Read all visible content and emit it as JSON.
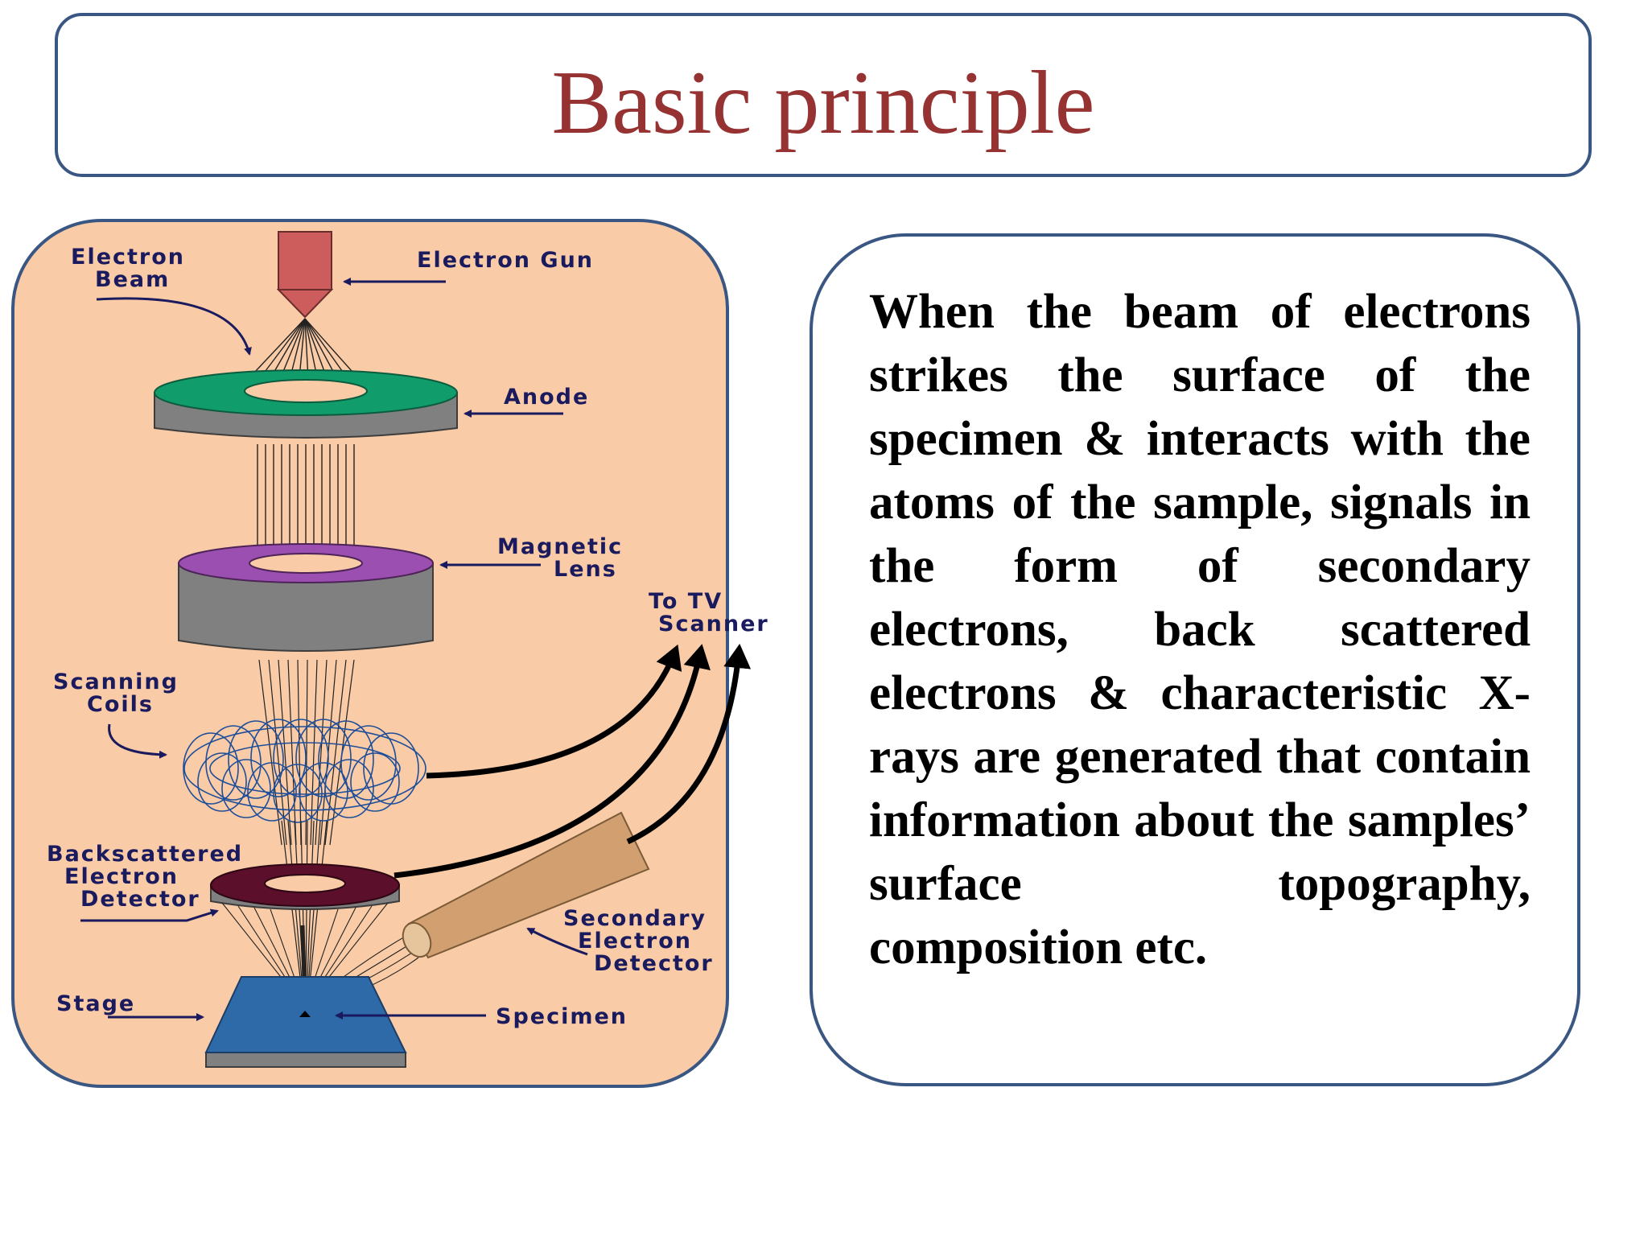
{
  "slide": {
    "title": "Basic principle",
    "description": "When the beam of electrons strikes the surface of the specimen & interacts with the atoms of the sample, signals in the form of secondary electrons, back scattered electrons & characteristic X-rays are generated that contain information about the samples’ surface topography, composition etc."
  },
  "diagram": {
    "labels": {
      "electron_beam_line1": "Electron",
      "electron_beam_line2": "Beam",
      "electron_gun": "Electron Gun",
      "anode": "Anode",
      "magnetic_lens_line1": "Magnetic",
      "magnetic_lens_line2": "Lens",
      "to_tv_line1": "To TV",
      "to_tv_line2": "Scanner",
      "scanning_coils_line1": "Scanning",
      "scanning_coils_line2": "Coils",
      "backscattered_line1": "Backscattered",
      "backscattered_line2": "Electron",
      "backscattered_line3": "Detector",
      "secondary_line1": "Secondary",
      "secondary_line2": "Electron",
      "secondary_line3": "Detector",
      "stage": "Stage",
      "specimen": "Specimen"
    },
    "colors": {
      "panel": "#f9cba6",
      "border": "#3a5683",
      "gun": "#cd5c5c",
      "anode_top": "#119c6c",
      "lens_top": "#9b4fb0",
      "metal": "#808080",
      "detector_top": "#5c0f2a",
      "stage_top": "#2e6aa8",
      "coil": "#1e4e9a",
      "label": "#1a1a5e",
      "title": "#963232"
    }
  }
}
